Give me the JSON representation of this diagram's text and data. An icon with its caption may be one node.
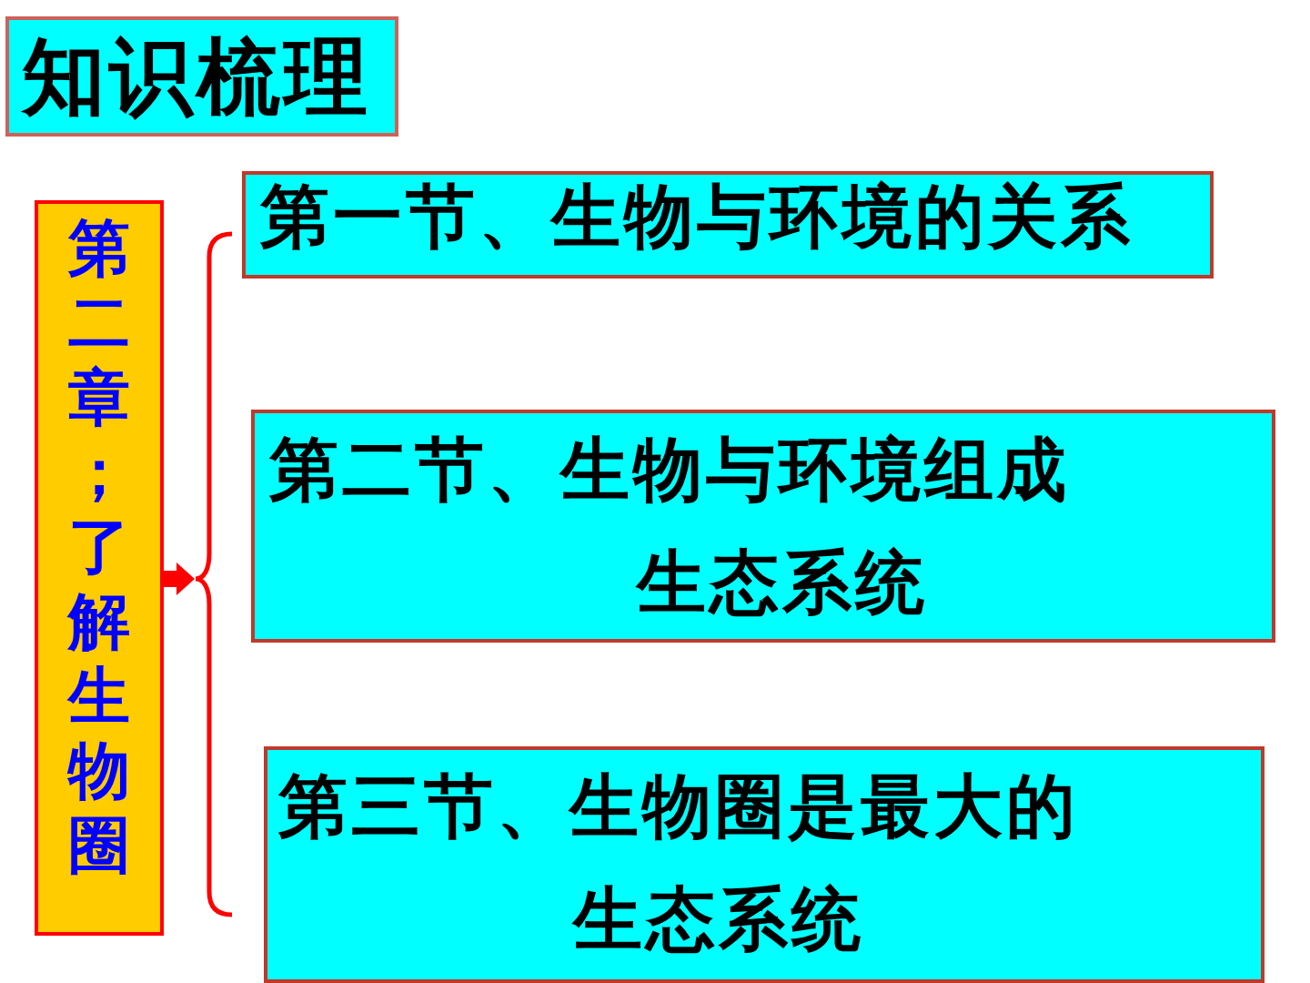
{
  "diagram": {
    "title": "知识梳理",
    "nodes": [
      {
        "text": [
          "第二章；了解生物圈"
        ]
      },
      {
        "text": [],
        "shape": "brace"
      },
      {
        "text": [
          "第一节、生物与环境的关系"
        ]
      },
      {
        "text": [
          "第二节、生物与环境组成生态系统"
        ]
      },
      {
        "text": [
          "第三节、生物圈是最大的生态系统"
        ]
      }
    ],
    "edges": [
      {
        "from": 0,
        "to": 1,
        "arrow": "to"
      }
    ]
  }
}
